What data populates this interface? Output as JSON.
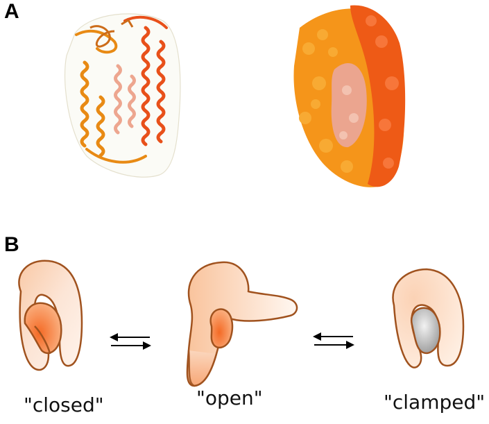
{
  "panels": {
    "a": {
      "label": "A"
    },
    "b": {
      "label": "B"
    }
  },
  "states": {
    "closed": "\"closed\"",
    "open": "\"open\"",
    "clamped": "\"clamped\""
  },
  "colors": {
    "orange": "#f59a1c",
    "red_orange": "#f05a14",
    "salmon": "#eba58f",
    "outline": "#a0521e",
    "shape_light": "#fde6d8",
    "shape_dark": "#f57e35",
    "ligand": "#bdbdbd"
  },
  "icons": {
    "equilibrium": "equilibrium-arrows-icon"
  }
}
